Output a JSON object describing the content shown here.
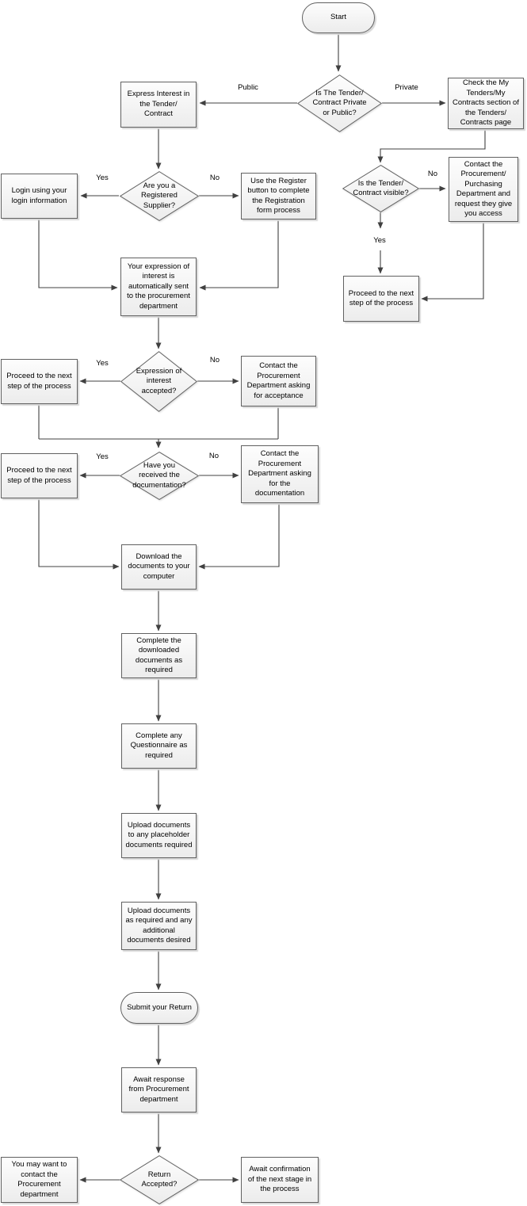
{
  "nodes": {
    "start": "Start",
    "is_private_or_public": "Is The Tender/\nContract Private\nor Public?",
    "check_my_tenders": "Check the My\nTenders/My\nContracts section of\nthe Tenders/\nContracts page",
    "express_interest": "Express Interest in\nthe Tender/\nContract",
    "are_you_registered": "Are you a\nRegistered\nSupplier?",
    "use_register_button": "Use the Register\nbutton to complete\nthe Registration\nform process",
    "login": "Login using your\nlogin information",
    "is_visible": "Is the Tender/\nContract visible?",
    "contact_purchasing": "Contact the\nProcurement/\nPurchasing\nDepartment and\nrequest they give\nyou access",
    "proceed_visible": "Proceed to the next\nstep of the process",
    "expression_sent": "Your expression of\ninterest is\nautomatically sent\nto the procurement\ndepartment",
    "expression_accepted": "Expression of\ninterest\naccepted?",
    "contact_acceptance": "Contact the\nProcurement\nDepartment asking\nfor acceptance",
    "proceed_expression": "Proceed to the next\nstep of the process",
    "received_documentation": "Have you\nreceived the\ndocumentation?",
    "contact_documentation": "Contact the\nProcurement\nDepartment asking\nfor the\ndocumentation",
    "proceed_documentation": "Proceed to the next\nstep of the process",
    "download_documents": "Download the\ndocuments to your\ncomputer",
    "complete_downloaded": "Complete the\ndownloaded\ndocuments as\nrequired",
    "complete_questionnaire": "Complete any\nQuestionnaire as\nrequired",
    "upload_placeholder": "Upload documents\nto any placeholder\ndocuments required",
    "upload_additional": "Upload documents\nas required and any\nadditional\ndocuments desired",
    "submit_return": "Submit your Return",
    "await_response": "Await response\nfrom Procurement\ndepartment",
    "contact_after_return": "You may want to\ncontact the\nProcurement\ndepartment",
    "return_accepted": "Return\nAccepted?",
    "await_confirmation": "Await confirmation\nof the next stage in\nthe process"
  },
  "edge_labels": {
    "public": "Public",
    "private": "Private",
    "registered_yes": "Yes",
    "registered_no": "No",
    "visible_no": "No",
    "visible_yes": "Yes",
    "expression_yes": "Yes",
    "expression_no": "No",
    "documentation_yes": "Yes",
    "documentation_no": "No"
  },
  "colors": {
    "shape_fill_top": "#fdfdfd",
    "shape_fill_bottom": "#ececec",
    "shape_border": "#616161",
    "connector": "#404040",
    "text": "#000000",
    "background": "#ffffff"
  }
}
